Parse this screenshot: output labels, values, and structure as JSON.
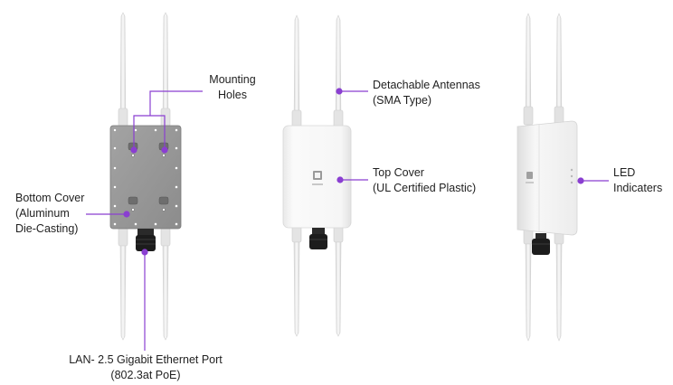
{
  "accent_color": "#8a3fd1",
  "device_colors": {
    "antenna": "#ececec",
    "housing": "#f4f4f4",
    "back_plate": "#9a9a9a",
    "connector": "#1c1c1c"
  },
  "callouts": {
    "mounting_holes": {
      "line1": "Mounting",
      "line2": "Holes"
    },
    "bottom_cover": {
      "line1": "Bottom Cover",
      "line2": "(Aluminum",
      "line3": "Die-Casting)"
    },
    "lan_port": {
      "line1": "LAN- 2.5 Gigabit Ethernet Port",
      "line2": "(802.3at PoE)"
    },
    "antennas": {
      "line1": "Detachable Antennas",
      "line2": "(SMA Type)"
    },
    "top_cover": {
      "line1": "Top Cover",
      "line2": "(UL Certified Plastic)"
    },
    "led": {
      "line1": "LED",
      "line2": "Indicaters"
    }
  },
  "views": [
    "back-view",
    "front-view",
    "side-view"
  ]
}
